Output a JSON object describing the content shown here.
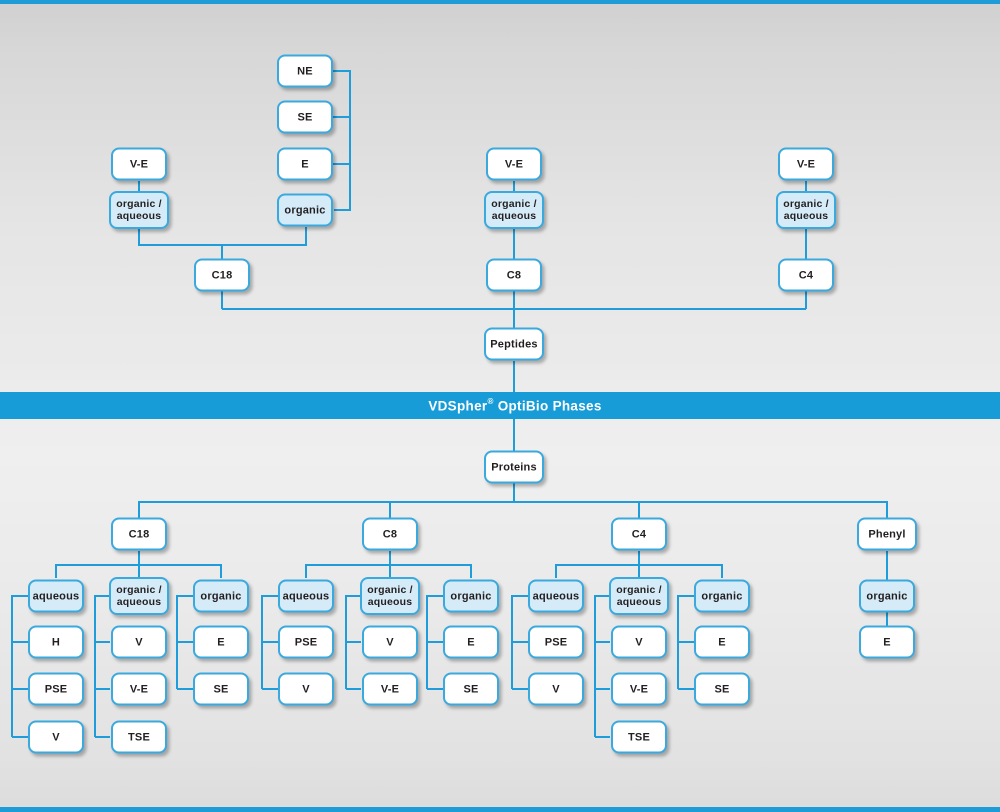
{
  "banner": {
    "brand": "VDSpher",
    "registered": "®",
    "rest": " OptiBio Phases"
  },
  "peptides": {
    "root_label": "Peptides",
    "c18": {
      "label": "C18",
      "ve": "V-E",
      "organic_aqueous": "organic /\naqueous",
      "ne": "NE",
      "se": "SE",
      "e": "E",
      "organic": "organic"
    },
    "c8": {
      "label": "C8",
      "ve": "V-E",
      "organic_aqueous": "organic /\naqueous"
    },
    "c4": {
      "label": "C4",
      "ve": "V-E",
      "organic_aqueous": "organic /\naqueous"
    }
  },
  "proteins": {
    "root_label": "Proteins",
    "c18": {
      "label": "C18",
      "groups": [
        {
          "label": "aqueous",
          "children": [
            "H",
            "PSE",
            "V"
          ]
        },
        {
          "label": "organic /\naqueous",
          "children": [
            "V",
            "V-E",
            "TSE"
          ]
        },
        {
          "label": "organic",
          "children": [
            "E",
            "SE"
          ]
        }
      ]
    },
    "c8": {
      "label": "C8",
      "groups": [
        {
          "label": "aqueous",
          "children": [
            "PSE",
            "V"
          ]
        },
        {
          "label": "organic /\naqueous",
          "children": [
            "V",
            "V-E"
          ]
        },
        {
          "label": "organic",
          "children": [
            "E",
            "SE"
          ]
        }
      ]
    },
    "c4": {
      "label": "C4",
      "groups": [
        {
          "label": "aqueous",
          "children": [
            "PSE",
            "V"
          ]
        },
        {
          "label": "organic /\naqueous",
          "children": [
            "V",
            "V-E",
            "TSE"
          ]
        },
        {
          "label": "organic",
          "children": [
            "E",
            "SE"
          ]
        }
      ]
    },
    "phenyl": {
      "label": "Phenyl",
      "groups": [
        {
          "label": "organic",
          "children": [
            "E"
          ]
        }
      ]
    }
  },
  "colors": {
    "accent_blue": "#1E9CD7",
    "banner_blue": "#189CD8",
    "connector_blue": "#1F9DDB",
    "box_border": "#3AA9DE",
    "box_fill": "#FFFFFF",
    "box_fill_highlight": "#D5EBF8",
    "text": "#231F20",
    "banner_text": "#FFFFFF"
  }
}
